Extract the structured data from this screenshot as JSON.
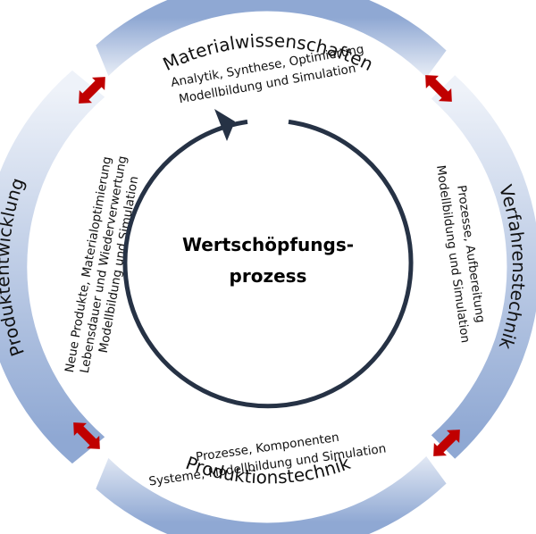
{
  "center": {
    "line1": "Wertschöpfungs-",
    "line2": "prozess"
  },
  "segments": {
    "top": {
      "title": "Materialwissenschaften",
      "line1": "Analytik, Synthese, Optimierung",
      "line2": "Modellbildung und Simulation"
    },
    "right": {
      "title": "Verfahrenstechnik",
      "line1": "Prozesse, Aufbereitung",
      "line2": "Modellbildung und Simulation"
    },
    "bottom": {
      "title": "Produktionstechnik",
      "line1": "Prozesse, Komponenten",
      "line2": "Systeme, Modellbildung und Simulation"
    },
    "left": {
      "title": "Produktentwicklung",
      "line1": "Neue Produkte, Materialoptimierung",
      "line2": "Lebensdauer und Wiederverwertung",
      "line3": "Modellbildung und Simulation"
    }
  },
  "colors": {
    "ring_light": "#eef2f9",
    "ring_dark": "#8fa8d3",
    "arrow": "#c00000",
    "cycle": "#263245"
  },
  "icons": {
    "connector": "double-arrow-icon",
    "cycle": "cycle-arrow-icon"
  }
}
